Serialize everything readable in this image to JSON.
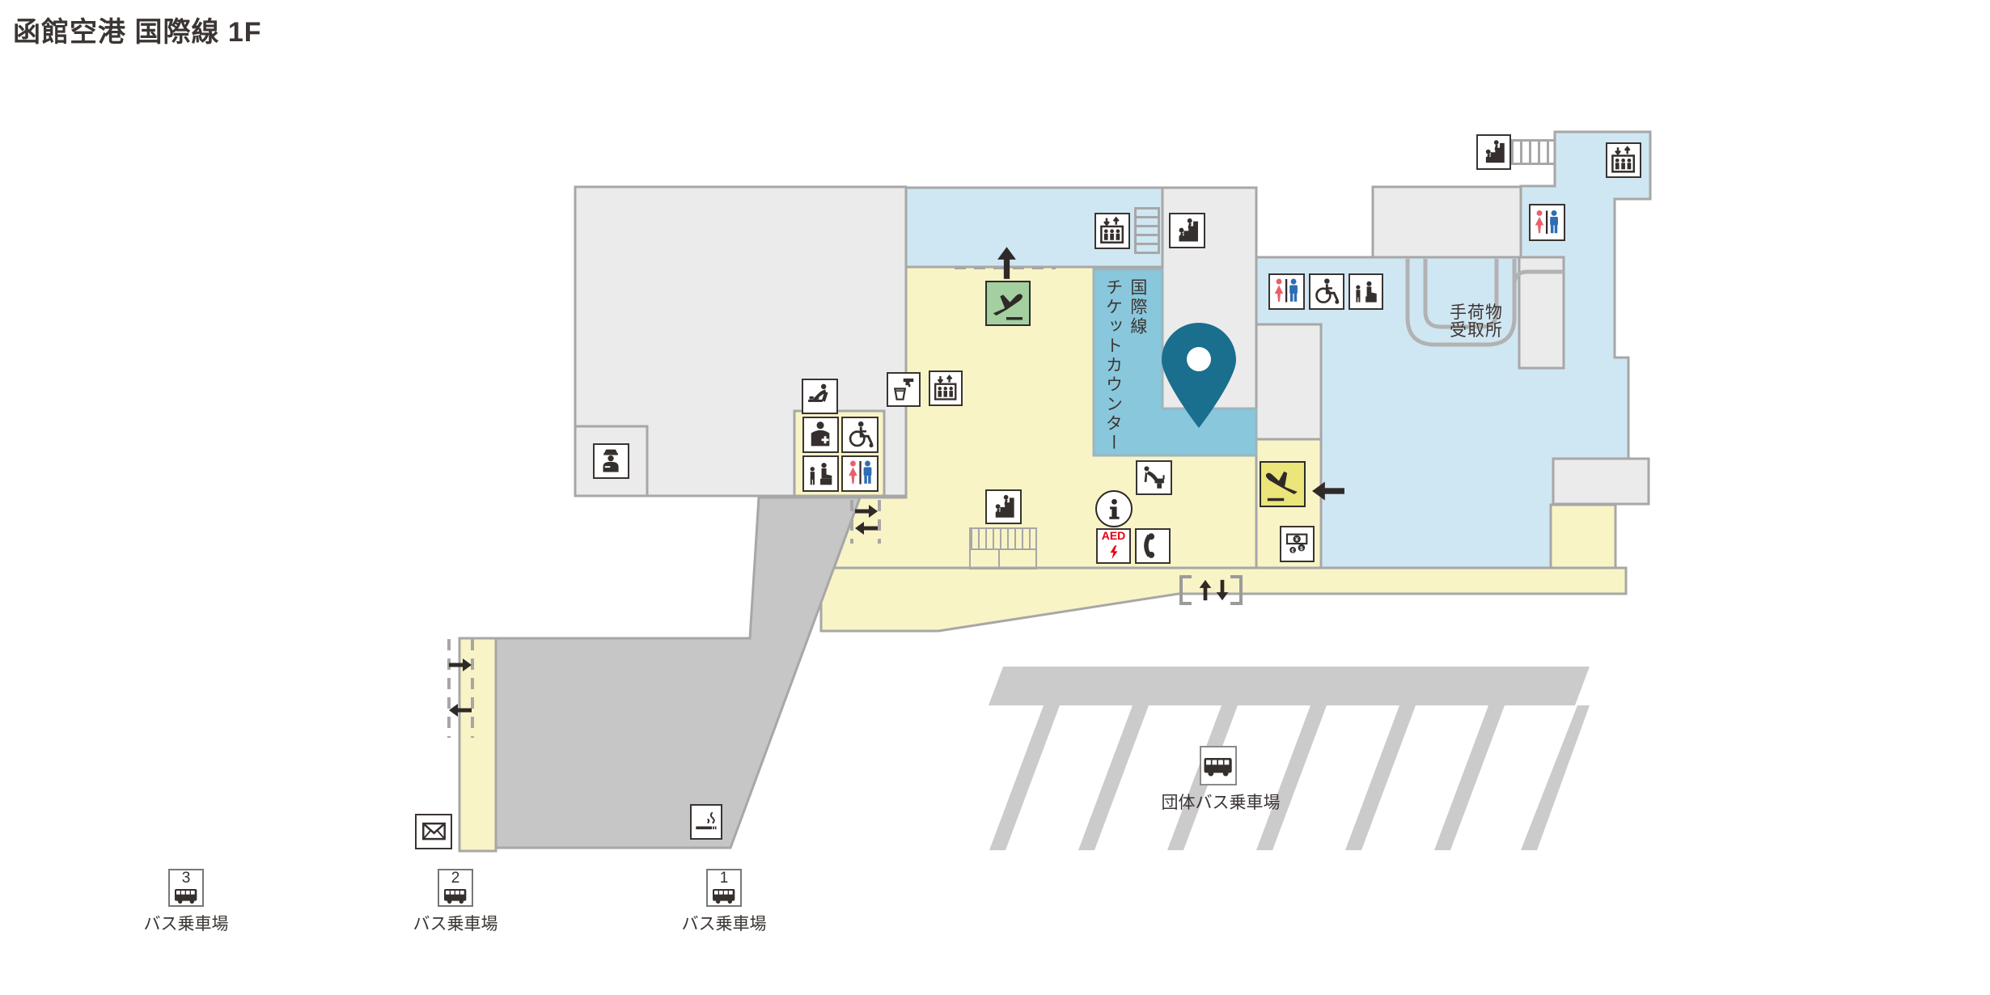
{
  "title": "函館空港 国際線 1F",
  "map": {
    "ticket_counter": {
      "line1": "国際線",
      "line2": "チケットカウンター"
    },
    "baggage_claim": {
      "line1": "手荷物",
      "line2": "受取所"
    },
    "group_bus": {
      "label": "団体バス乗車場"
    },
    "bus_stops": [
      {
        "no": "3",
        "label": "バス乗車場"
      },
      {
        "no": "2",
        "label": "バス乗車場"
      },
      {
        "no": "1",
        "label": "バス乗車場"
      }
    ],
    "aed_label": "AED"
  },
  "colors": {
    "area_light_gray": "#ebebeb",
    "area_walkway_gray": "#c6c6c6",
    "area_light_blue": "#cfe7f3",
    "ticket_counter_blue": "#89c7dc",
    "area_yellow": "#f8f4c6",
    "pin_teal": "#1a6e8e",
    "departure_green": "#a4cfa0",
    "arrival_yellow": "#ebe57a",
    "aed_red": "#e60012",
    "toilet_pink": "#e9606a",
    "toilet_blue": "#2d6db5",
    "wall_line": "#a7a7a7",
    "icon_dark": "#352f2d",
    "text_dark": "#3b3533"
  },
  "legend_icons": [
    "police-icon",
    "baby-care-icon",
    "first-aid-icon",
    "wheelchair-icon",
    "nursing-room-icon",
    "toilets-icon",
    "water-fountain-icon",
    "elevator-icon",
    "stairs-icon",
    "drinking-fountain-icon",
    "information-icon",
    "aed-icon",
    "telephone-icon",
    "currency-exchange-icon",
    "departures-icon",
    "arrivals-icon",
    "smoking-area-icon",
    "post-icon",
    "bus-icon",
    "location-pin-icon",
    "baggage-carousel"
  ]
}
